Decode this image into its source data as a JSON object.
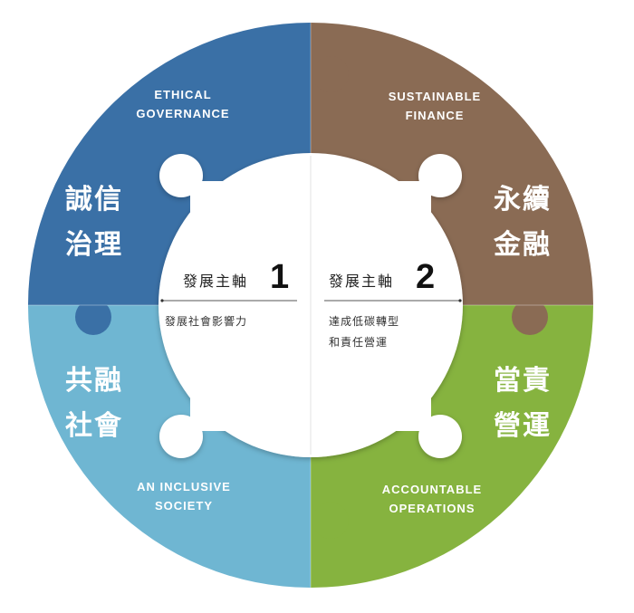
{
  "colors": {
    "blue_dark": "#3a70a6",
    "brown": "#8a6b54",
    "blue_light": "#6fb6d2",
    "green": "#86b33f",
    "center": "#ffffff"
  },
  "quadrants": {
    "top_left": {
      "en_line1": "ETHICAL",
      "en_line2": "GOVERNANCE",
      "zh_line1": "誠信",
      "zh_line2": "治理"
    },
    "top_right": {
      "en_line1": "SUSTAINABLE",
      "en_line2": "FINANCE",
      "zh_line1": "永續",
      "zh_line2": "金融"
    },
    "bottom_left": {
      "en_line1": "AN INCLUSIVE",
      "en_line2": "SOCIETY",
      "zh_line1": "共融",
      "zh_line2": "社會"
    },
    "bottom_right": {
      "en_line1": "ACCOUNTABLE",
      "en_line2": "OPERATIONS",
      "zh_line1": "當責",
      "zh_line2": "營運"
    }
  },
  "axes": [
    {
      "title": "發展主軸",
      "number": "1",
      "desc_line1": "發展社會影響力",
      "desc_line2": ""
    },
    {
      "title": "發展主軸",
      "number": "2",
      "desc_line1": "達成低碳轉型",
      "desc_line2": "和責任營運"
    }
  ]
}
